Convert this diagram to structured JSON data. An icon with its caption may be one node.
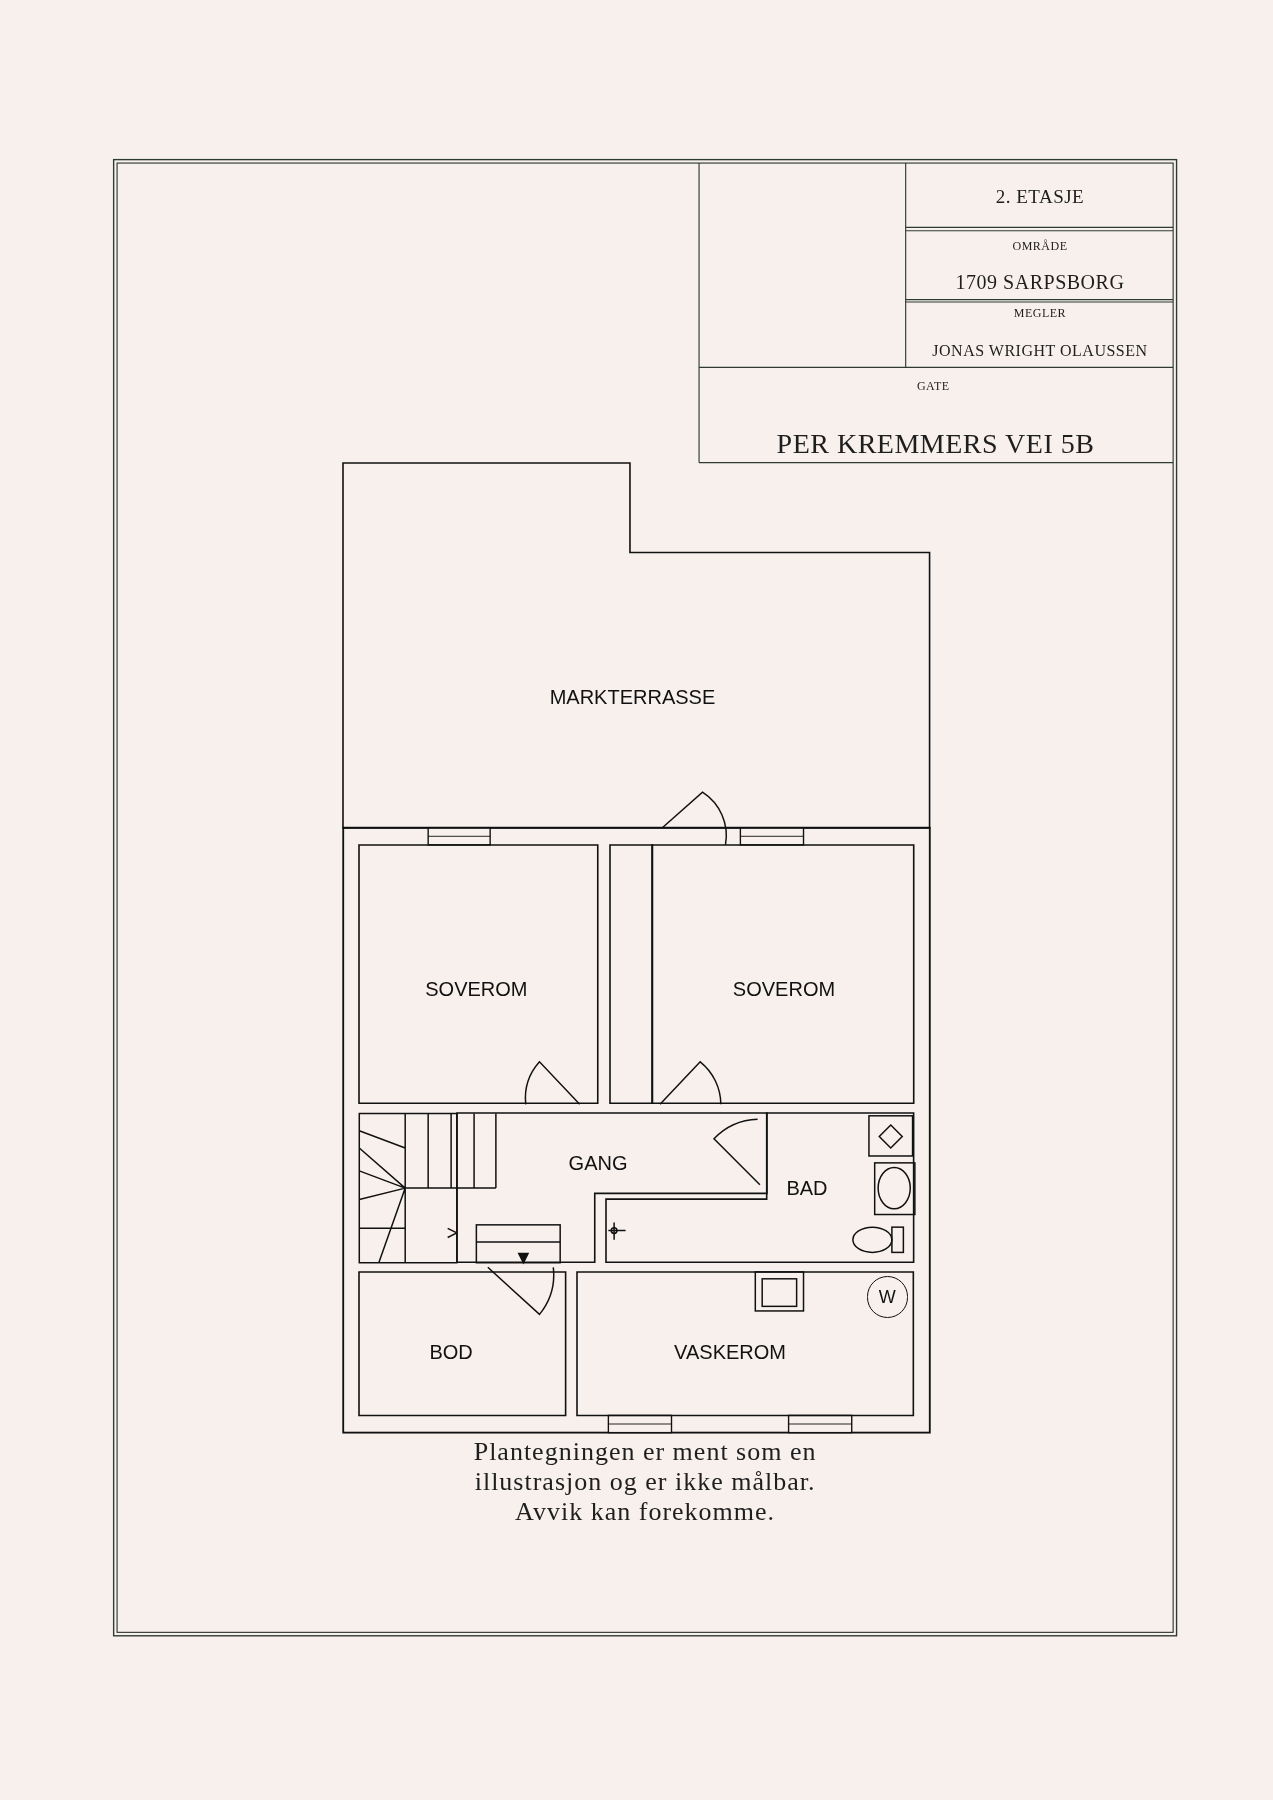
{
  "diagram": {
    "caption": "Plantegningen er ment som en illustrasjon og er ikke målbar. Avvik kan forekomme.",
    "nodes": [
      {
        "text": [
          "MARKTERRASSE"
        ]
      },
      {
        "text": [
          "SOVEROM"
        ]
      },
      {
        "text": [
          "SOVEROM"
        ]
      },
      {
        "text": [
          "GANG"
        ]
      },
      {
        "text": [
          "BAD"
        ]
      },
      {
        "text": [
          "BOD"
        ]
      },
      {
        "text": [
          "VASKEROM"
        ]
      },
      {
        "text": [
          "W"
        ],
        "in": 6
      },
      {
        "text": [],
        "shape": "box"
      }
    ],
    "labels": [
      "2. ETASJE",
      "OMRÅDE",
      "1709 SARPSBORG",
      "MEGLER",
      "JONAS WRIGHT OLAUSSEN",
      "GATE",
      "PER KREMMERS VEI 5B"
    ]
  }
}
